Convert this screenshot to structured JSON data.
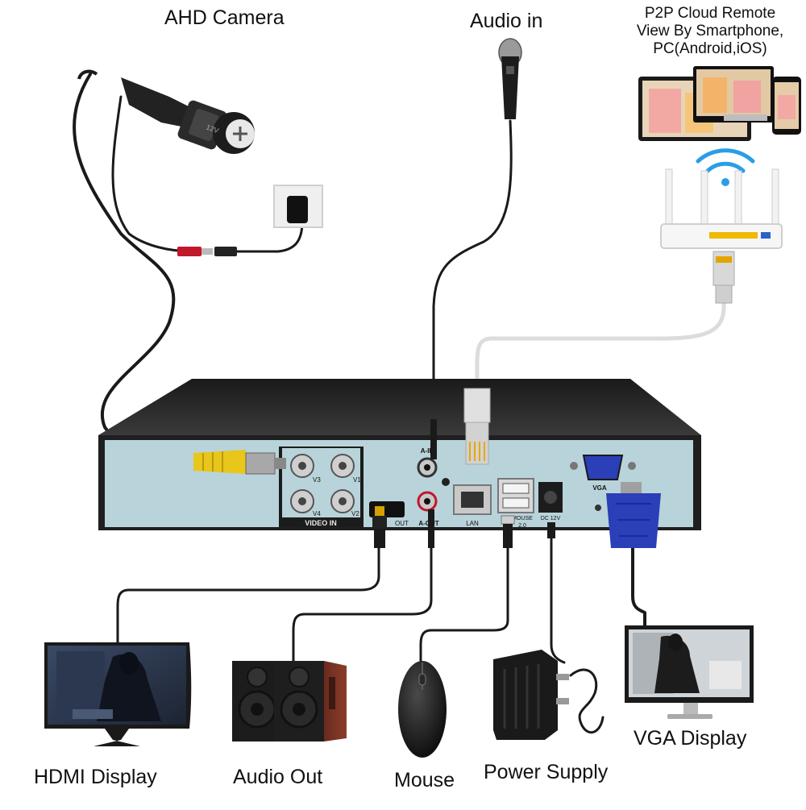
{
  "labels": {
    "ahd_camera": "AHD Camera",
    "audio_in": "Audio in",
    "p2p_line1": "P2P Cloud Remote",
    "p2p_line2": "View By Smartphone,",
    "p2p_line3": "PC(Android,iOS)",
    "hdmi_display": "HDMI Display",
    "audio_out": "Audio Out",
    "mouse": "Mouse",
    "power_supply": "Power Supply",
    "vga_display": "VGA Display"
  },
  "panel": {
    "video_in": "VIDEO IN",
    "v1": "V1",
    "v2": "V2",
    "v3": "V3",
    "v4": "V4",
    "a_in": "A-IN",
    "a_out": "A-OUT",
    "hdmi_out": "OUT",
    "lan": "LAN",
    "mouse_usb": "MOUSE",
    "usb": "2.0",
    "dc": "DC 12V",
    "vga": "VGA",
    "camera_marking": "12V"
  },
  "colors": {
    "dvr_body": "#2a2a2a",
    "panel": "#b9d3da",
    "bnc_yellow": "#e8c61a",
    "vga_blue": "#2a3fb8",
    "cable": "#1a1a1a",
    "lan_cable": "#d9d9d9"
  }
}
